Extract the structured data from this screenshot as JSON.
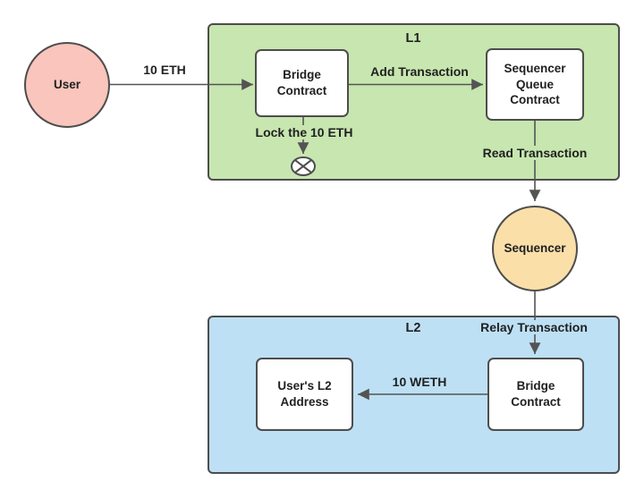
{
  "colors": {
    "background": "#FFFFFF",
    "l1_container_fill": "#C7E6B0",
    "l2_container_fill": "#BDE0F4",
    "user_node_fill": "#F9C5BC",
    "sequencer_node_fill": "#FADFA9",
    "process_node_fill": "#FFFFFF",
    "shape_stroke": "#4D4D4D",
    "arrow_stroke": "#545454",
    "text": "#212121"
  },
  "containers": {
    "l1": {
      "label": "L1"
    },
    "l2": {
      "label": "L2"
    }
  },
  "nodes": {
    "user": {
      "label": "User",
      "shape": "circle"
    },
    "l1_bridge": {
      "label": "Bridge\nContract",
      "shape": "rounded-rect"
    },
    "sequencer_queue": {
      "label": "Sequencer\nQueue\nContract",
      "shape": "rounded-rect"
    },
    "sequencer": {
      "label": "Sequencer",
      "shape": "circle"
    },
    "l2_address": {
      "label": "User's L2\nAddress",
      "shape": "rounded-rect"
    },
    "l2_bridge": {
      "label": "Bridge\nContract",
      "shape": "rounded-rect"
    }
  },
  "edges": {
    "deposit": {
      "label": "10 ETH",
      "from": "user",
      "to": "l1_bridge"
    },
    "add_transaction": {
      "label": "Add Transaction",
      "from": "l1_bridge",
      "to": "sequencer_queue"
    },
    "lock": {
      "label": "Lock the 10 ETH",
      "from": "l1_bridge",
      "to": "circle_cross"
    },
    "read_transaction": {
      "label": "Read Transaction",
      "from": "sequencer_queue",
      "to": "sequencer"
    },
    "relay_transaction": {
      "label": "Relay Transaction",
      "from": "sequencer",
      "to": "l2_bridge"
    },
    "mint": {
      "label": "10 WETH",
      "from": "l2_bridge",
      "to": "l2_address"
    }
  },
  "icons": {
    "circle_cross": "circle-cross-icon"
  }
}
